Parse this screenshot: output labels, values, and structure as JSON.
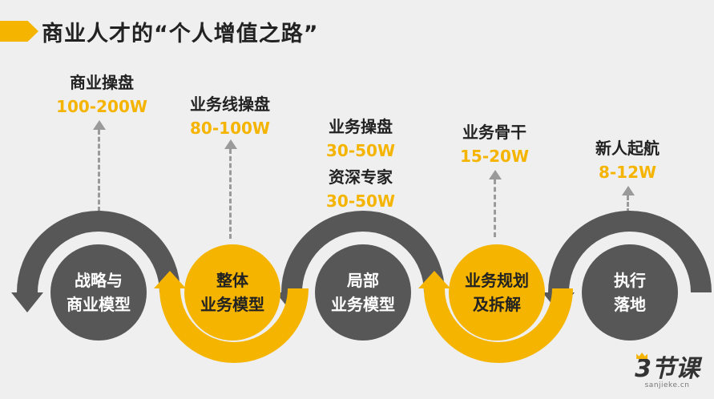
{
  "title": "商业人才的“个人增值之路”",
  "stages": [
    {
      "role": "商业操盘",
      "salary": "100-200W"
    },
    {
      "role": "业务线操盘",
      "salary": "80-100W"
    },
    {
      "role": "业务操盘",
      "salary": "30-50W",
      "role2": "资深专家",
      "salary2": "30-50W"
    },
    {
      "role": "业务骨干",
      "salary": "15-20W"
    },
    {
      "role": "新人起航",
      "salary": "8-12W"
    }
  ],
  "nodes": [
    {
      "line1": "战略与",
      "line2": "商业模型"
    },
    {
      "line1": "整体",
      "line2": "业务模型"
    },
    {
      "line1": "局部",
      "line2": "业务模型"
    },
    {
      "line1": "业务规划",
      "line2": "及拆解"
    },
    {
      "line1": "执行",
      "line2": "落地"
    }
  ],
  "logo": {
    "mark": "3节课",
    "site": "sanjieke.cn"
  },
  "colors": {
    "accent": "#f5b400",
    "dark": "#575757",
    "background": "#efefef"
  }
}
